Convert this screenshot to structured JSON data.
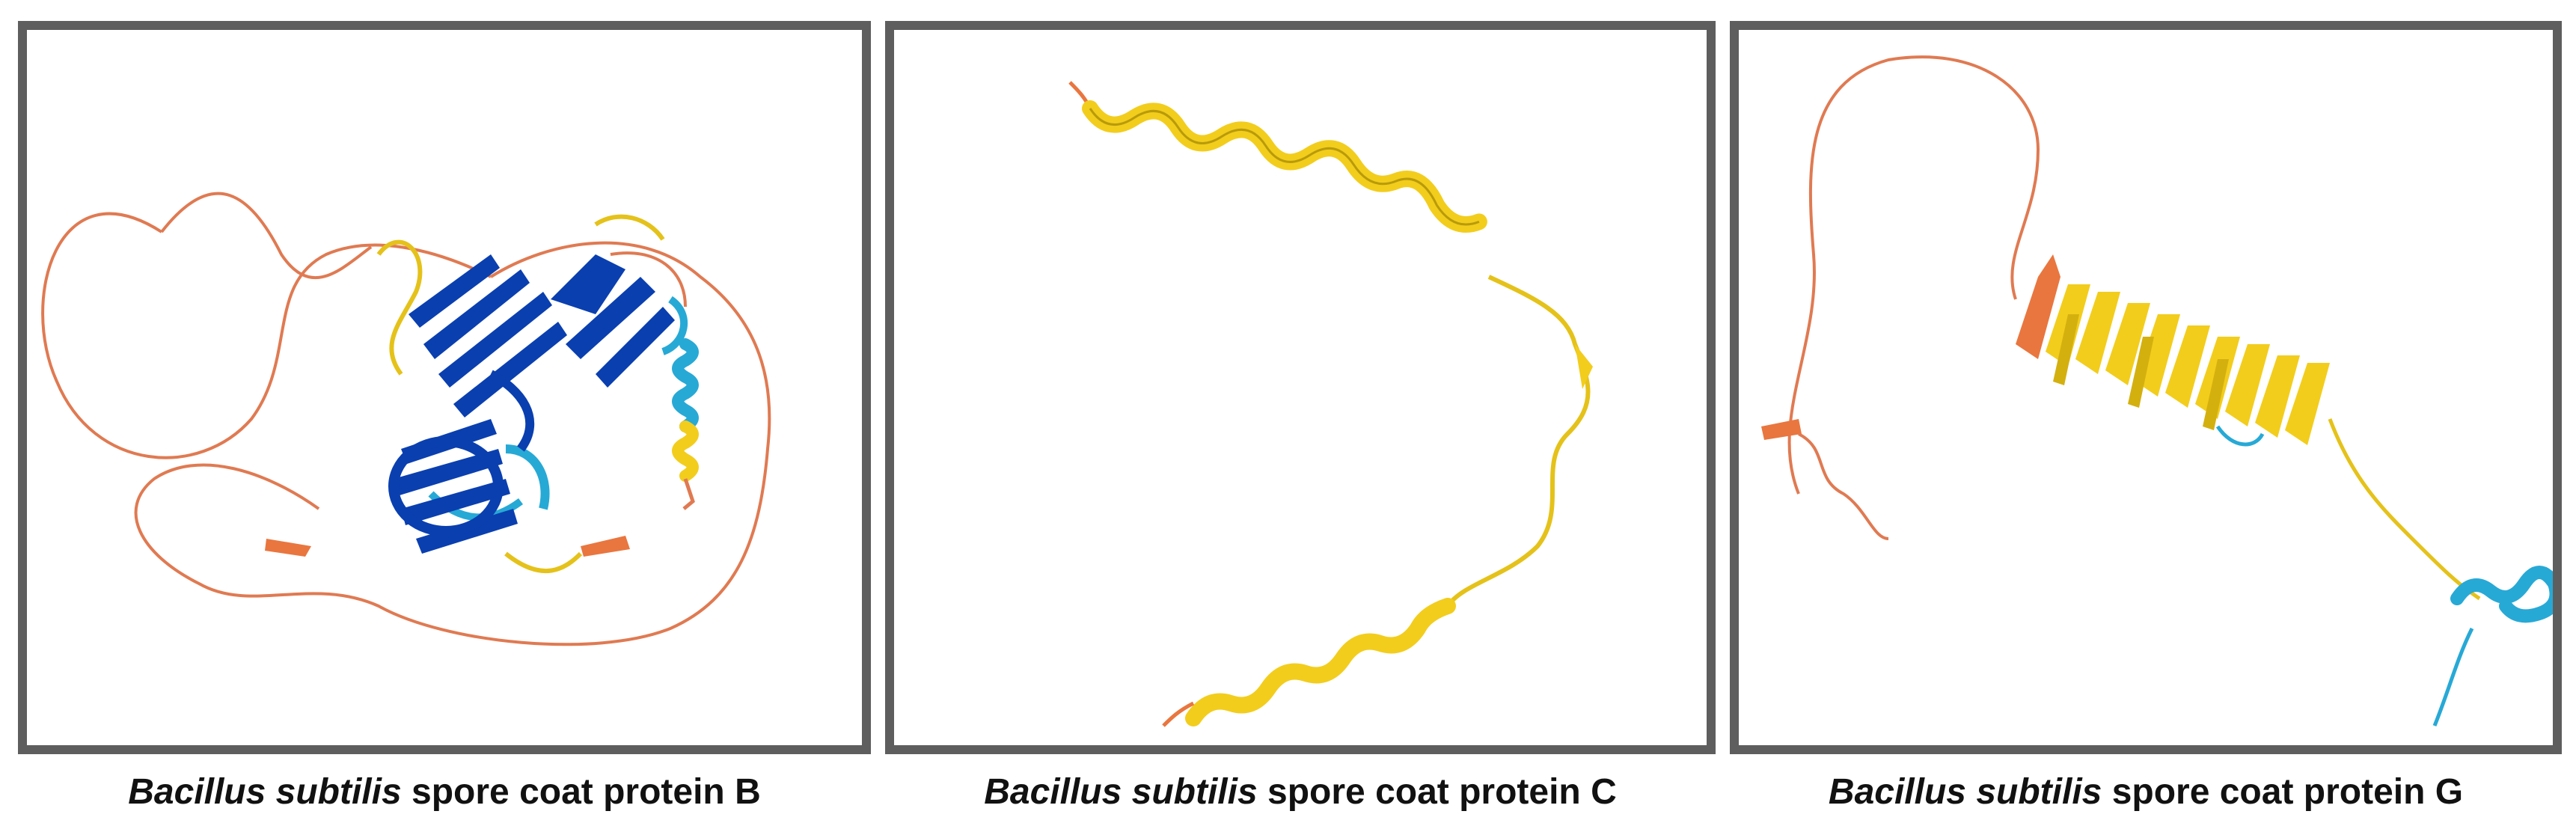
{
  "panels": [
    {
      "id": "b",
      "caption": {
        "species": "Bacillus subtilis",
        "protein": "spore coat protein B"
      }
    },
    {
      "id": "c",
      "caption": {
        "species": "Bacillus subtilis",
        "protein": "spore coat protein C"
      }
    },
    {
      "id": "g",
      "caption": {
        "species": "Bacillus subtilis",
        "protein": "spore coat protein G"
      }
    }
  ],
  "colors": {
    "border": "#5e5e5e",
    "very_high_confidence": "#0a3fb0",
    "confident": "#27a9d6",
    "low_confidence": "#f2cd1c",
    "very_low_confidence": "#e9763f"
  }
}
